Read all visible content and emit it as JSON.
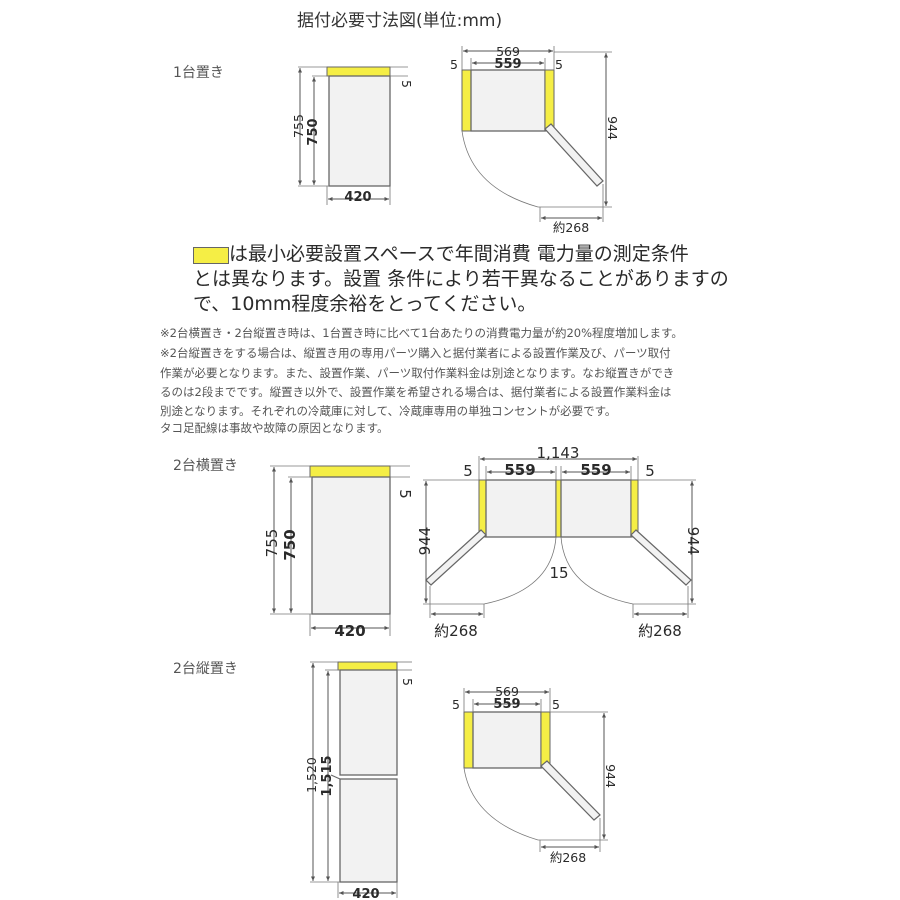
{
  "title": "据付必要寸法図(単位:mm)",
  "sections": {
    "single": "1台置き",
    "side_by_side": "2台横置き",
    "stacked": "2台縦置き"
  },
  "dims": {
    "single": {
      "depth": "420",
      "height_outer": "755",
      "height_inner": "750",
      "top_gap": "5",
      "width_outer": "569",
      "width_inner": "559",
      "side_gap_left": "5",
      "side_gap_right": "5",
      "door_open_depth": "944",
      "door_swing": "約268"
    },
    "side_by_side": {
      "depth": "420",
      "height_outer": "755",
      "height_inner": "750",
      "top_gap": "5",
      "width_total": "1,143",
      "width_left": "559",
      "width_right": "559",
      "side_gap_left": "5",
      "side_gap_right": "5",
      "center_gap": "15",
      "door_open_depth_left": "944",
      "door_open_depth_right": "944",
      "door_swing_left": "約268",
      "door_swing_right": "約268"
    },
    "stacked": {
      "depth": "420",
      "height_outer": "1,520",
      "height_inner": "1,515",
      "top_gap": "5",
      "width_outer": "569",
      "width_inner": "559",
      "side_gap_left": "5",
      "side_gap_right": "5",
      "door_open_depth": "944",
      "door_swing": "約268"
    }
  },
  "legend": {
    "lines": [
      "は最小必要設置スペースで年間消費 電力量の測定条件",
      "とは異なります。設置 条件により若干異なることがありますの",
      "で、10mm程度余裕をとってください。"
    ]
  },
  "notes": [
    "※2台横置き・2台縦置き時は、1台置き時に比べて1台あたりの消費電力量が約20%程度増加します。",
    "※2台縦置きをする場合は、縦置き用の専用パーツ購入と据付業者による設置作業及び、パーツ取付",
    "作業が必要となります。また、設置作業、パーツ取付作業料金は別途となります。なお縦置きができ",
    "るのは2段までです。縦置き以外で、設置作業を希望される場合は、据付業者による設置作業料金は",
    "別途となります。それぞれの冷蔵庫に対して、冷蔵庫専用の単独コンセントが必要です。",
    "タコ足配線は事故や故障の原因となります。"
  ],
  "colors": {
    "space_fill": "#f5ee45",
    "body_fill": "#f2f2f2",
    "line": "#555555"
  }
}
